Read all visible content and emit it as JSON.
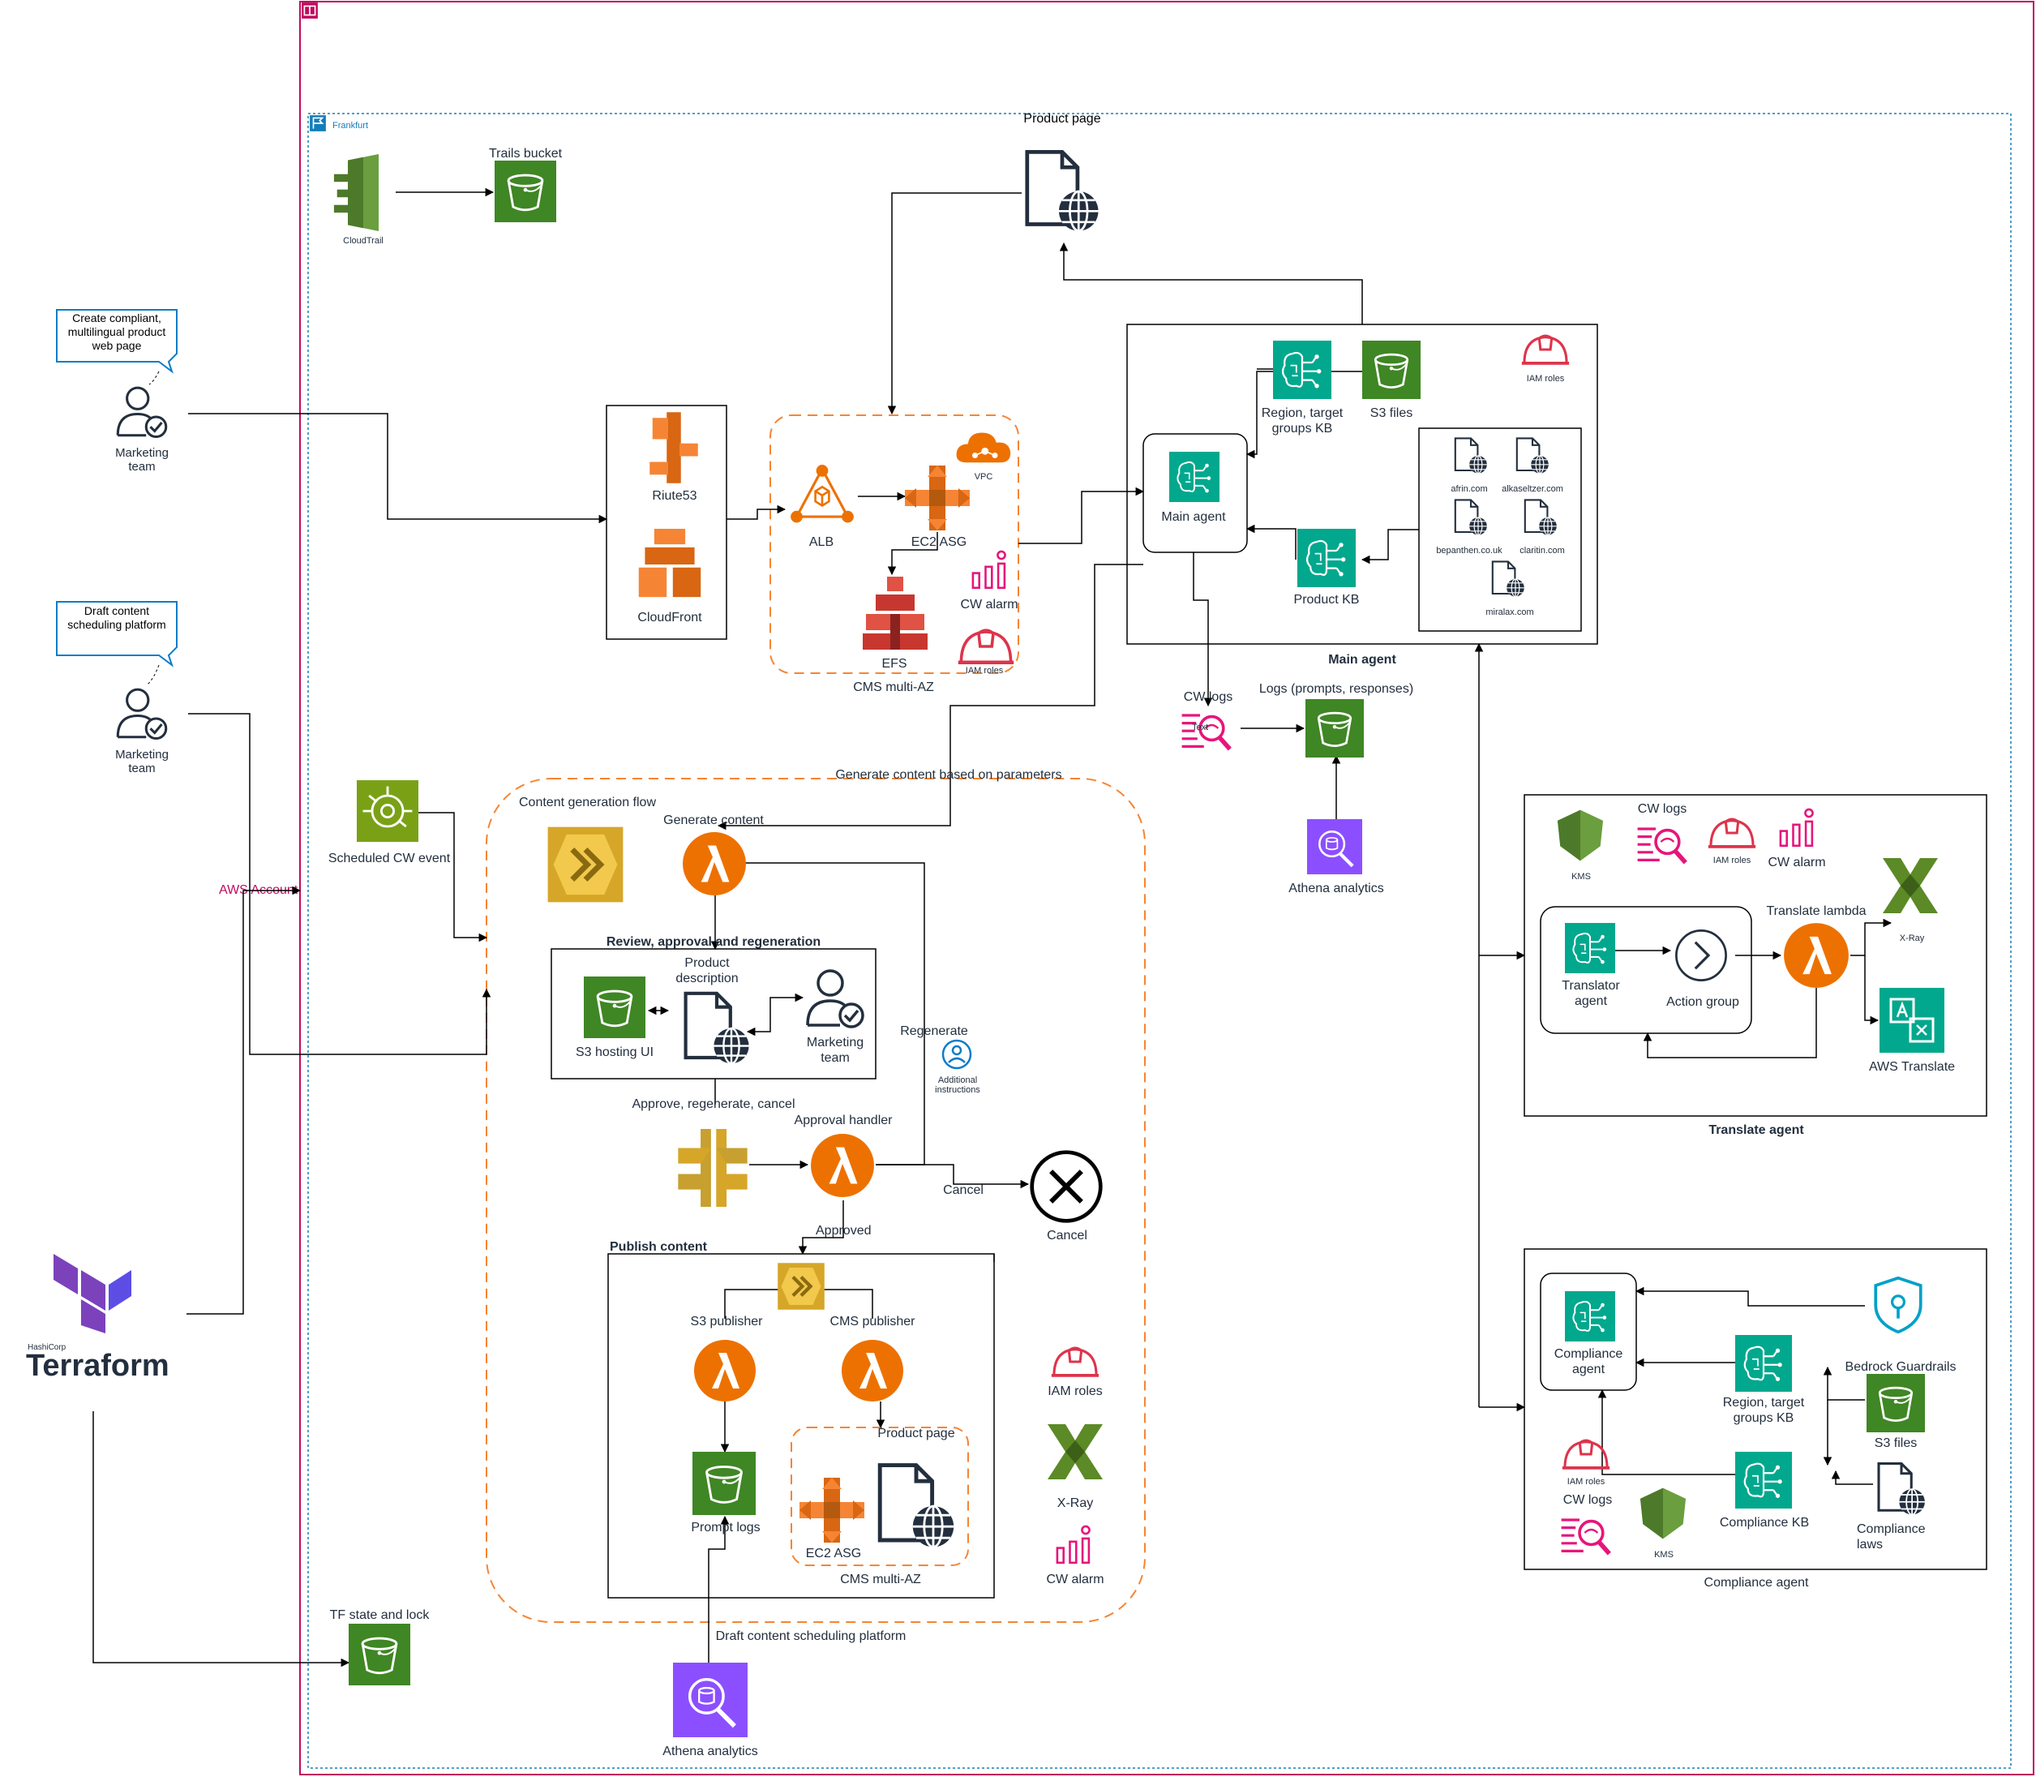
{
  "colors": {
    "account_border": "#BF0B5E",
    "region_border": "#147EBA",
    "storage": "#3F8624",
    "compute": "#ED7100",
    "ml": "#01A88D",
    "mgmt": "#E7157B",
    "analytics": "#8C4FFF",
    "security": "#DD344C",
    "terraform": "#7B42BC",
    "integration": "#D6A629"
  },
  "account": {
    "label": "AWS Account",
    "icon": "account-icon"
  },
  "region": {
    "label": "Frankfurt",
    "icon": "region-flag-icon"
  },
  "actors": {
    "marketing_team_1": {
      "label": "Marketing team",
      "callout": "Create compliant, multilingual product web page"
    },
    "marketing_team_2": {
      "label": "Marketing team",
      "callout": "Draft content scheduling platform"
    },
    "terraform": {
      "sub": "HashiCorp",
      "name": "Terraform"
    }
  },
  "top": {
    "cloudtrail": "CloudTrail",
    "trails_bucket": "Trails bucket",
    "product_page": "Product page"
  },
  "cms": {
    "route53": "Riute53",
    "cloudfront": "CloudFront",
    "alb": "ALB",
    "ec2_asg": "EC2 ASG",
    "vpc": "VPC",
    "cw_alarm": "CW alarm",
    "efs": "EFS",
    "iam_roles": "IAM roles",
    "group_label": "CMS multi-AZ"
  },
  "main_agent": {
    "title": "Main agent",
    "region_kb": "Region, target groups KB",
    "s3_files": "S3 files",
    "iam_roles": "IAM roles",
    "main_agent": "Main agent",
    "product_kb": "Product KB",
    "sites": [
      "afrin.com",
      "alkaseltzer.com",
      "bepanthen.co.uk",
      "claritin.com",
      "miralax.com"
    ]
  },
  "logs": {
    "cw_logs": "CW logs",
    "text": "Text",
    "logs_bucket": "Logs (prompts, responses)",
    "athena": "Athena analytics"
  },
  "flow": {
    "scheduled_event": "Scheduled CW event",
    "generate_params": "Generate content based on parameters",
    "content_flow": "Content generation flow",
    "generate_content": "Generate content",
    "review_title": "Review, approval and regeneration",
    "s3_hosting": "S3 hosting UI",
    "product_desc": "Product description",
    "marketing_team": "Marketing team",
    "regenerate": "Regenerate",
    "additional": "Additional instructions",
    "approve_label": "Approve, regenerate, cancel",
    "approval_handler": "Approval handler",
    "cancel_edge": "Cancel",
    "cancel_node": "Cancel",
    "approved": "Approved",
    "publish_title": "Publish content",
    "s3_publisher": "S3 publisher",
    "cms_publisher": "CMS publisher",
    "prompt_logs": "Prompt logs",
    "product_page": "Product page",
    "ec2_asg": "EC2 ASG",
    "cms_multi_az": "CMS multi-AZ",
    "iam_roles": "IAM roles",
    "xray": "X-Ray",
    "cw_alarm": "CW alarm",
    "group_label": "Draft content scheduling platform",
    "athena": "Athena analytics",
    "tf_state": "TF state and lock"
  },
  "translate": {
    "title": "Translate agent",
    "kms": "KMS",
    "cw_logs": "CW logs",
    "iam_roles": "IAM roles",
    "cw_alarm": "CW alarm",
    "xray": "X-Ray",
    "translator_agent": "Translator agent",
    "action_group": "Action group",
    "translate_lambda": "Translate lambda",
    "aws_translate": "AWS Translate"
  },
  "compliance": {
    "title": "Compliance agent",
    "compliance_agent": "Compliance agent",
    "region_kb": "Region, target groups KB",
    "guardrails": "Bedrock Guardrails",
    "s3_files": "S3 files",
    "iam_roles": "IAM roles",
    "cw_logs": "CW logs",
    "kms": "KMS",
    "compliance_kb": "Compliance KB",
    "laws": "Compliance laws"
  }
}
